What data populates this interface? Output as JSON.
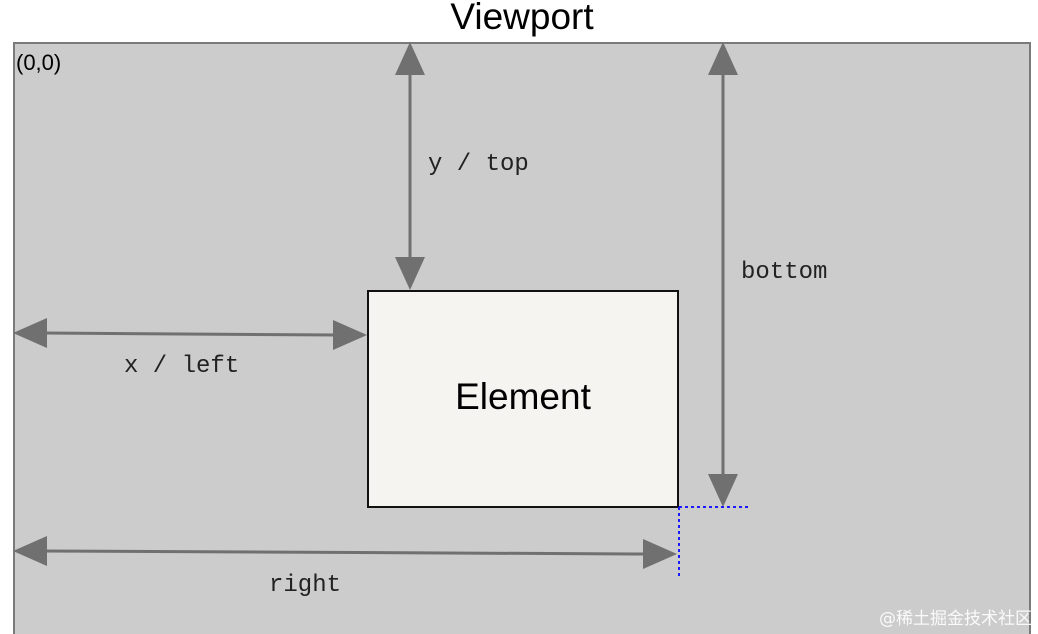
{
  "diagram": {
    "title": "Viewport",
    "origin_label": "(0,0)",
    "element_label": "Element",
    "labels": {
      "top": "y / top",
      "left": "x / left",
      "bottom": "bottom",
      "right": "right"
    },
    "watermark": "@稀土掘金技术社区"
  },
  "colors": {
    "viewport_fill": "#cccccc",
    "viewport_border": "#7a7a7a",
    "element_fill": "#f6f4f0",
    "element_border": "#111111",
    "arrow": "#707070",
    "guide_dotted": "#1a1aff"
  }
}
